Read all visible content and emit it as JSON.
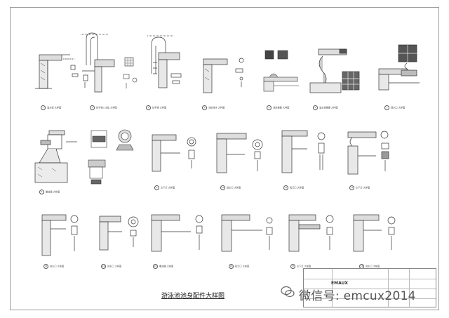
{
  "sheet": {
    "title": "游泳池池身配件大样图",
    "watermark": "微信号: emcux2014",
    "logo": "EMAUX",
    "title_block_lines": [
      "",
      "",
      "",
      ""
    ]
  },
  "rows": [
    {
      "details": [
        {
          "num": "1",
          "caption": "溢水槽 大样图"
        },
        {
          "num": "2",
          "caption": "扶手梯入水处 大样图"
        },
        {
          "num": "3",
          "caption": "扶手梯 大样图"
        },
        {
          "num": "4",
          "caption": "池岸排水 大样图"
        },
        {
          "num": "5",
          "caption": "池岸格栅 大样图"
        },
        {
          "num": "6",
          "caption": "溢水槽格栅 大样图"
        },
        {
          "num": "7",
          "caption": "回水口 大样图"
        }
      ]
    },
    {
      "details": [
        {
          "num": "8",
          "caption": "撇渣器 大样图"
        },
        {
          "num": "9",
          "caption": "水下灯 大样图"
        },
        {
          "num": "10",
          "caption": "进水口 大样图"
        },
        {
          "num": "11",
          "caption": "吸污口 大样图"
        },
        {
          "num": "12",
          "caption": "水下灯 大样图"
        }
      ]
    },
    {
      "details": [
        {
          "num": "13",
          "caption": "进水口 大样图"
        },
        {
          "num": "14",
          "caption": "回水口 大样图"
        },
        {
          "num": "15",
          "caption": "撇渣器 大样图"
        },
        {
          "num": "16",
          "caption": "吸污口 大样图"
        },
        {
          "num": "17",
          "caption": "水下灯 大样图"
        },
        {
          "num": "18",
          "caption": "进水口 大样图"
        }
      ]
    }
  ]
}
